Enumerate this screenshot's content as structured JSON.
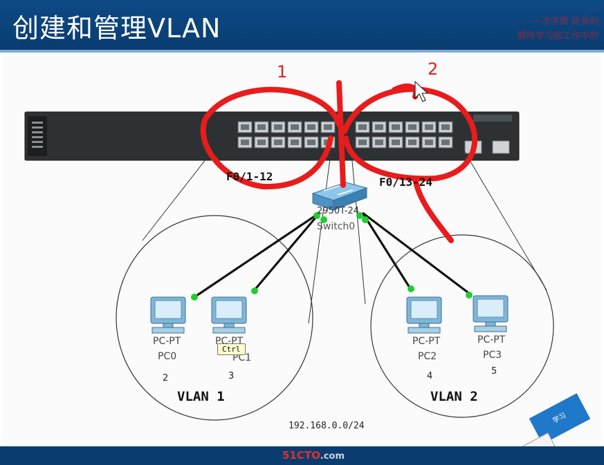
{
  "slide": {
    "title": "创建和管理VLAN",
    "watermark_lines": [
      "...",
      "一次学费 终身的",
      "解除学习和工作中的"
    ],
    "footer_logo": "51CTO",
    "footer_logo_suffix": ".com",
    "badge_text": "学习"
  },
  "diagram": {
    "switch_model": "2950T-24",
    "switch_name": "Switch0",
    "switch_port_groups": [
      {
        "label": "F0/1-12"
      },
      {
        "label": "F0/13-24"
      }
    ],
    "pcs": [
      {
        "type": "PC-PT",
        "name": "PC0",
        "number": "2"
      },
      {
        "type": "PC-PT",
        "name": "PC1",
        "number": "3"
      },
      {
        "type": "PC-PT",
        "name": "PC2",
        "number": "4"
      },
      {
        "type": "PC-PT",
        "name": "PC3",
        "number": "5"
      }
    ],
    "vlans": [
      {
        "label": "VLAN 1"
      },
      {
        "label": "VLAN 2"
      }
    ],
    "network": "192.168.0.0/24",
    "tooltip": "Ctrl"
  },
  "annotations": [
    "1",
    "2"
  ],
  "colors": {
    "header": "#0d4a86",
    "annotation": "#e81c1c",
    "link_light": "#22cc33"
  }
}
